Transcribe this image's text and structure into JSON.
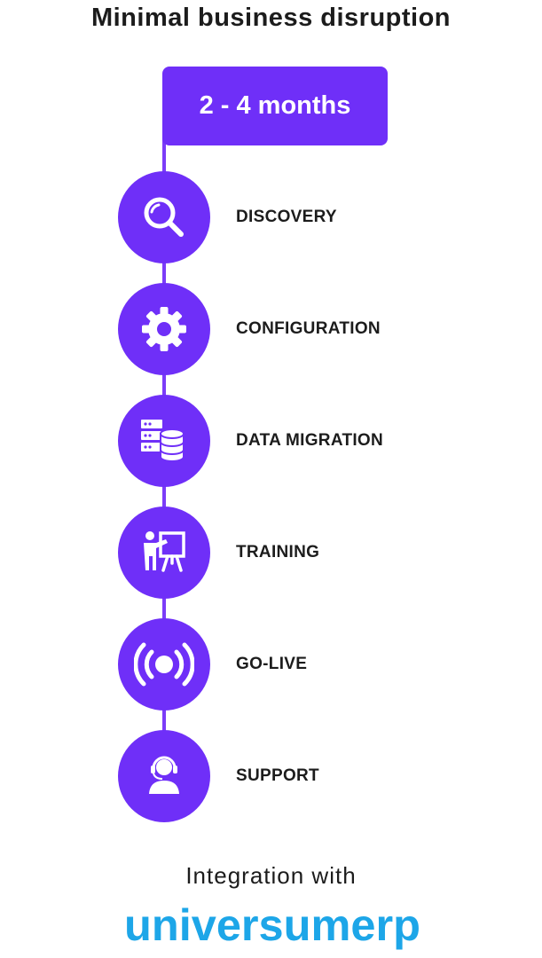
{
  "title": "Minimal business disruption",
  "duration": "2 - 4 months",
  "steps": [
    {
      "label": "DISCOVERY",
      "icon": "search-icon"
    },
    {
      "label": "CONFIGURATION",
      "icon": "gear-icon"
    },
    {
      "label": "DATA MIGRATION",
      "icon": "database-icon"
    },
    {
      "label": "TRAINING",
      "icon": "presentation-icon"
    },
    {
      "label": "GO-LIVE",
      "icon": "broadcast-icon"
    },
    {
      "label": "SUPPORT",
      "icon": "headset-icon"
    }
  ],
  "footer": {
    "integration_text": "Integration with",
    "logo_text": "universumerp"
  },
  "colors": {
    "accent": "#6f2ff8",
    "logo": "#1da6e8",
    "text": "#1c1c1c"
  }
}
